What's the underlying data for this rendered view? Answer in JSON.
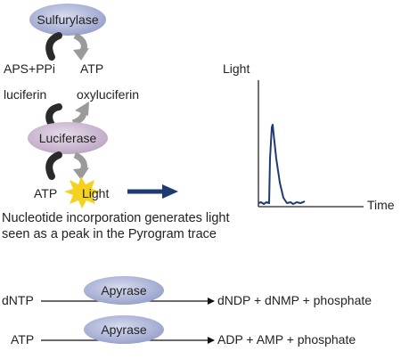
{
  "pathway": {
    "sulfurylase_label": "Sulfurylase",
    "aps_ppi_label": "APS+PPi",
    "atp_product_label": "ATP",
    "luciferin_label": "luciferin",
    "oxyluciferin_label": "oxyluciferin",
    "luciferase_label": "Luciferase",
    "atp_label": "ATP",
    "light_label": "Light"
  },
  "pyrogram": {
    "y_axis_label": "Light",
    "x_axis_label": "Time"
  },
  "caption": {
    "line1": "Nucleotide incorporation generates light",
    "line2": "seen as a peak in the Pyrogram trace"
  },
  "apyrase_reactions": [
    {
      "substrate": "dNTP",
      "enzyme": "Apyrase",
      "products": "dNDP + dNMP + phosphate"
    },
    {
      "substrate": "ATP",
      "enzyme": "Apyrase",
      "products": "ADP + AMP + phosphate"
    }
  ],
  "colors": {
    "enzyme_fill": "#a9b2d6",
    "dark_arrow": "#2a2a2a",
    "grey_arrow": "#9a9a9a",
    "flow_arrow": "#1f3a73",
    "light_burst": "#f4d21f",
    "trace": "#1f3a73"
  }
}
